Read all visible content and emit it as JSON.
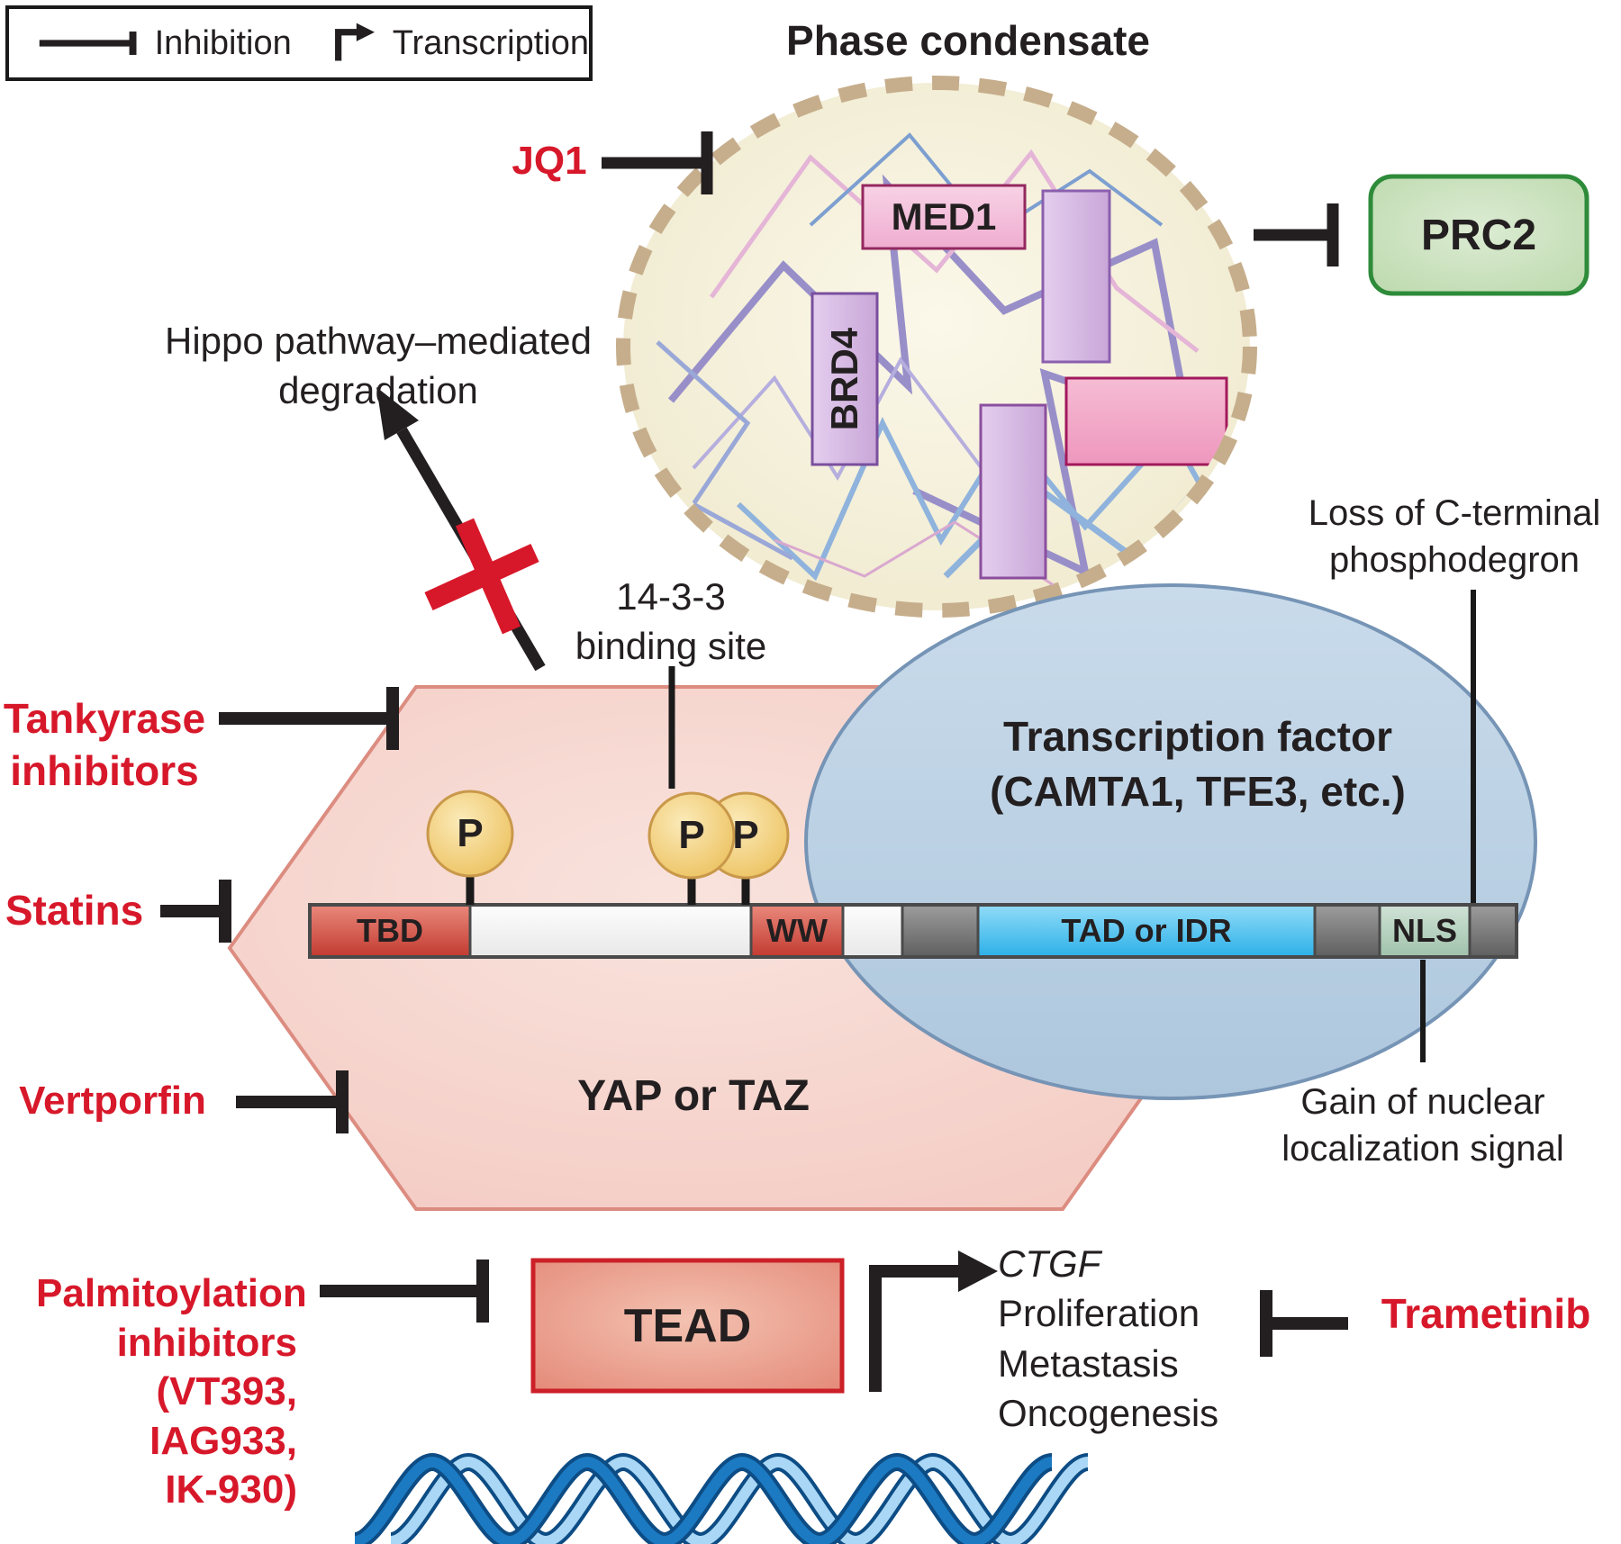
{
  "legend": {
    "inhibition": "Inhibition",
    "transcription": "Transcription"
  },
  "condensate": {
    "title": "Phase condensate",
    "med1": "MED1",
    "brd4": "BRD4"
  },
  "prc2": "PRC2",
  "drugs": {
    "jq1": "JQ1",
    "tankyrase": [
      "Tankyrase",
      "inhibitors"
    ],
    "statins": "Statins",
    "vertporfin": "Vertporfin",
    "palmitoylation": [
      "Palmitoylation",
      "inhibitors",
      "(VT393,",
      "IAG933,",
      "IK-930)"
    ],
    "trametinib": "Trametinib"
  },
  "annotations": {
    "hippo": [
      "Hippo pathway–mediated",
      "degradation"
    ],
    "binding_site": [
      "14-3-3",
      "binding site"
    ],
    "loss_phosphodegron": [
      "Loss of C-terminal",
      "phosphodegron"
    ],
    "gain_nls": [
      "Gain of nuclear",
      "localization signal"
    ]
  },
  "yap_taz": {
    "label": "YAP or TAZ",
    "domains": [
      "TBD",
      "WW",
      "TAD or IDR",
      "NLS"
    ],
    "phospho": "P"
  },
  "transcription_factor": [
    "Transcription factor",
    "(CAMTA1, TFE3, etc.)"
  ],
  "tead": "TEAD",
  "target_genes": {
    "ctgf": "CTGF",
    "others": [
      "Proliferation",
      "Metastasis",
      "Oncogenesis"
    ]
  },
  "colors": {
    "drug_red": "#d7182a",
    "arrow_black": "#231f20",
    "condensate_fill": "#f6f1dc",
    "condensate_dash": "#c6ae8c",
    "hexagon_fill": "#f7d9d3",
    "hexagon_border": "#dc8c80",
    "tf_ellipse_fill": "#b9cfe2",
    "tf_ellipse_border": "#7694b5",
    "prc2_fill": "#cfe3c2",
    "prc2_border": "#2e8b3a",
    "tead_fill": "#eda895",
    "tead_border": "#cc2028",
    "domain_red": "#d94f41",
    "domain_cyan": "#4fc3ef",
    "domain_green": "#b5cfbd",
    "domain_gray": "#7a7a7a",
    "phospho_fill": "#f3d187",
    "dna_dark": "#1b7ac2",
    "dna_light": "#a9d7f5"
  }
}
